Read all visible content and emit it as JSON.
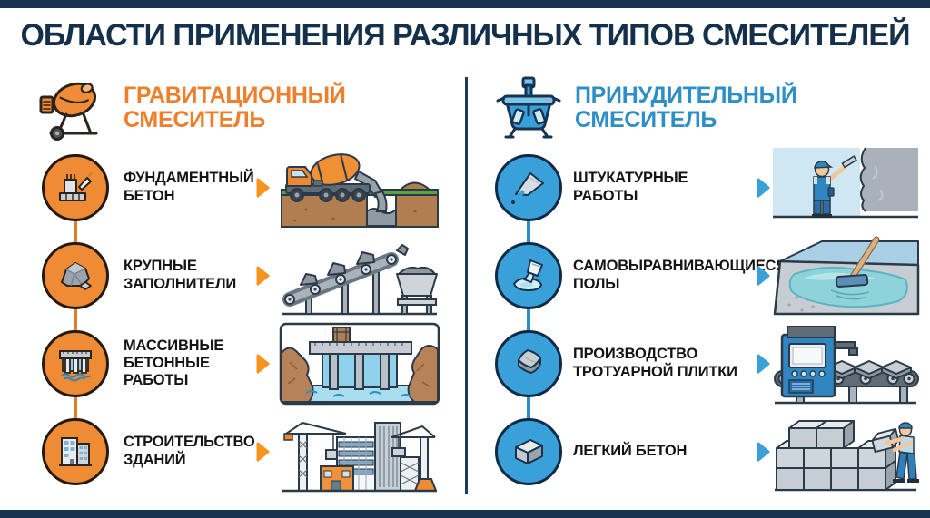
{
  "title": "ОБЛАСТИ ПРИМЕНЕНИЯ РАЗЛИЧНЫХ ТИПОВ СМЕСИТЕЛЕЙ",
  "colors": {
    "navy": "#16334f",
    "accent_orange": "#ee7f2c",
    "accent_blue": "#2e8fc7",
    "circle_orange": "#ef8a35",
    "circle_blue": "#3aa0d9",
    "arrow_orange": "#f5941e",
    "arrow_blue": "#3aa0d9",
    "label_black": "#141414"
  },
  "left_column": {
    "header": {
      "title": "ГРАВИТАЦИОННЫЙ\nСМЕСИТЕЛЬ",
      "icon": "concrete-mixer-icon"
    },
    "items": [
      {
        "label": "ФУНДАМЕНТНЫЙ\nБЕТОН",
        "icon": "foundation-concrete-icon",
        "illustration": "mixer-truck-pouring-foundation"
      },
      {
        "label": "КРУПНЫЕ\nЗАПОЛНИТЕЛИ",
        "icon": "rock-aggregate-icon",
        "illustration": "aggregate-conveyor-belt"
      },
      {
        "label": "МАССИВНЫЕ\nБЕТОННЫЕ РАБОТЫ",
        "icon": "dam-icon",
        "illustration": "hydroelectric-dam"
      },
      {
        "label": "СТРОИТЕЛЬСТВО\nЗДАНИЙ",
        "icon": "buildings-icon",
        "illustration": "construction-site-with-cranes"
      }
    ]
  },
  "right_column": {
    "header": {
      "title": "ПРИНУДИТЕЛЬНЫЙ\nСМЕСИТЕЛЬ",
      "icon": "pan-mixer-icon"
    },
    "items": [
      {
        "label": "ШТУКАТУРНЫЕ\nРАБОТЫ",
        "icon": "trowel-icon",
        "illustration": "plasterer-at-wall"
      },
      {
        "label": "САМОВЫРАВНИВАЮЩИЕСЯ\nПОЛЫ",
        "icon": "pouring-bucket-icon",
        "illustration": "self-leveling-floor"
      },
      {
        "label": "ПРОИЗВОДСТВО\nТРОТУАРНОЙ ПЛИТКИ",
        "icon": "paving-slab-icon",
        "illustration": "paving-tile-factory-line"
      },
      {
        "label": "ЛЕГКИЙ БЕТОН",
        "icon": "concrete-block-icon",
        "illustration": "worker-stacking-blocks"
      }
    ]
  }
}
